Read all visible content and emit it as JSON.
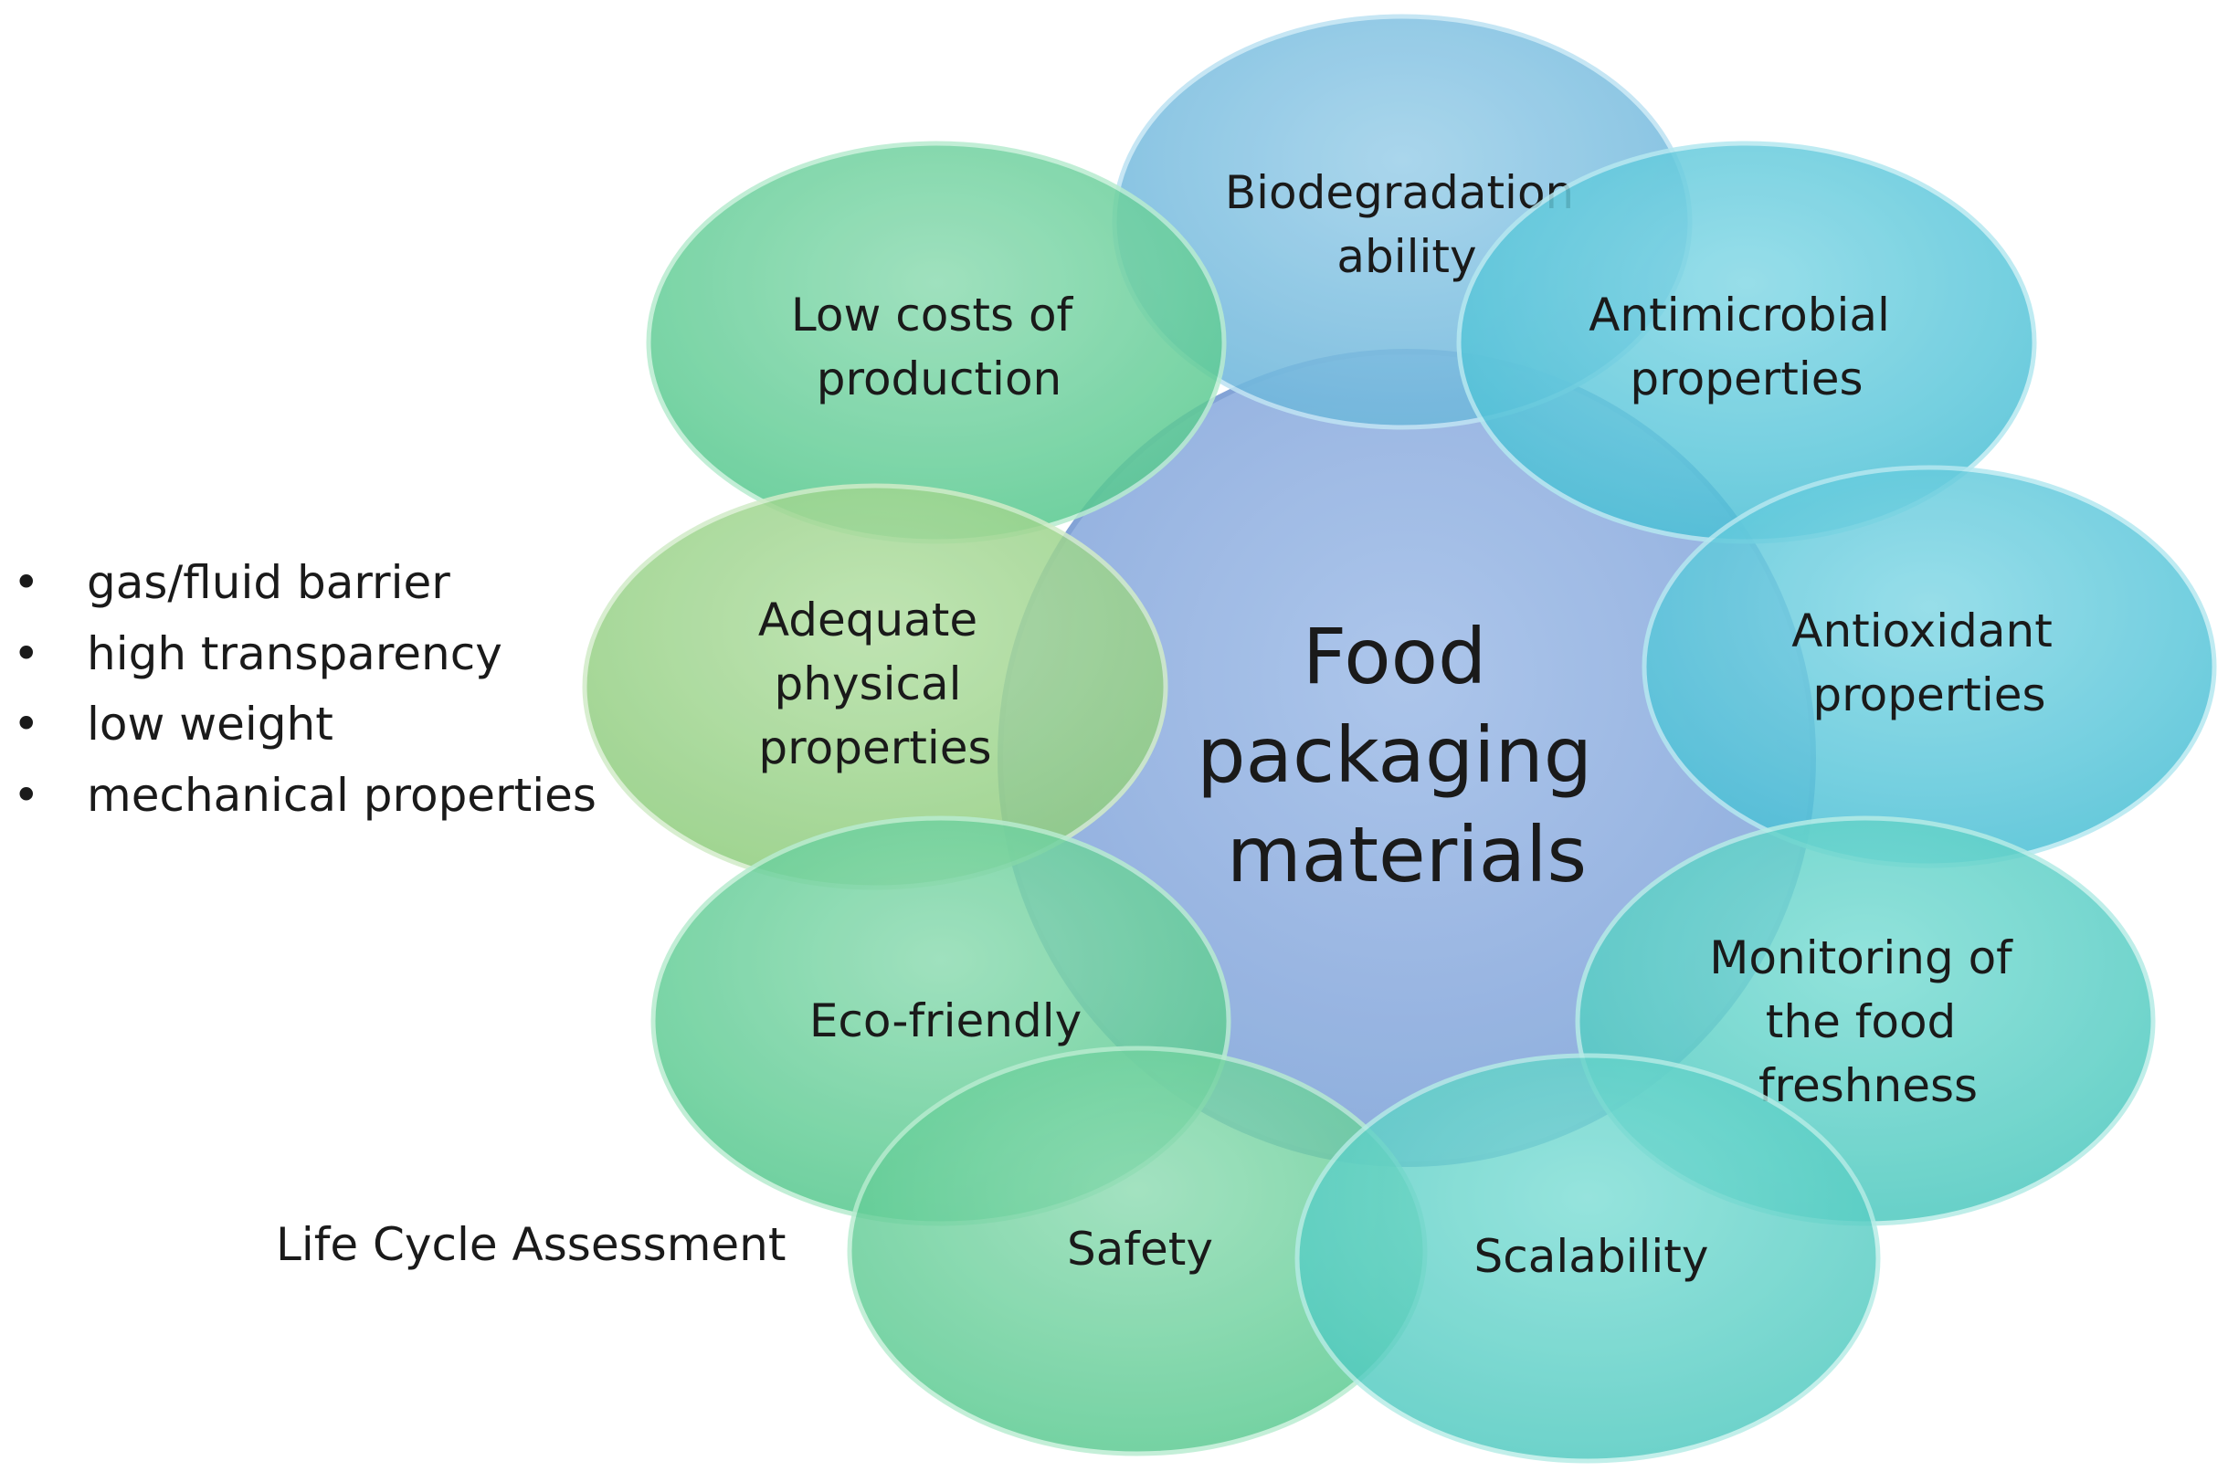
{
  "center": {
    "lines": [
      "Food",
      "packaging",
      "materials"
    ]
  },
  "petals": [
    {
      "id": "biodegradation",
      "lines": [
        "Biodegradation",
        "ability"
      ]
    },
    {
      "id": "antimicrobial",
      "lines": [
        "Antimicrobial",
        "properties"
      ]
    },
    {
      "id": "antioxidant",
      "lines": [
        "Antioxidant",
        "properties"
      ]
    },
    {
      "id": "monitoring",
      "lines": [
        "Monitoring of",
        "the food",
        "freshness"
      ]
    },
    {
      "id": "scalability",
      "lines": [
        "Scalability"
      ]
    },
    {
      "id": "safety",
      "lines": [
        "Safety"
      ]
    },
    {
      "id": "eco-friendly",
      "lines": [
        "Eco-friendly"
      ]
    },
    {
      "id": "adequate-physical",
      "lines": [
        "Adequate",
        "physical",
        "properties"
      ]
    },
    {
      "id": "low-costs",
      "lines": [
        "Low costs of",
        "production"
      ]
    }
  ],
  "physical_properties_list": {
    "bullet": "•",
    "items": [
      "gas/fluid barrier",
      "high transparency",
      "low weight",
      "mechanical properties"
    ]
  },
  "safety_note": "Life Cycle Assessment",
  "colors": {
    "center_fill": "#8eb0e0",
    "center_stroke": "#6f95cf",
    "blue": "#7fc0e0",
    "cyan": "#5ac8da",
    "teal": "#56cfc6",
    "green": "#62d09a",
    "lightgreen": "#9ad38a"
  }
}
